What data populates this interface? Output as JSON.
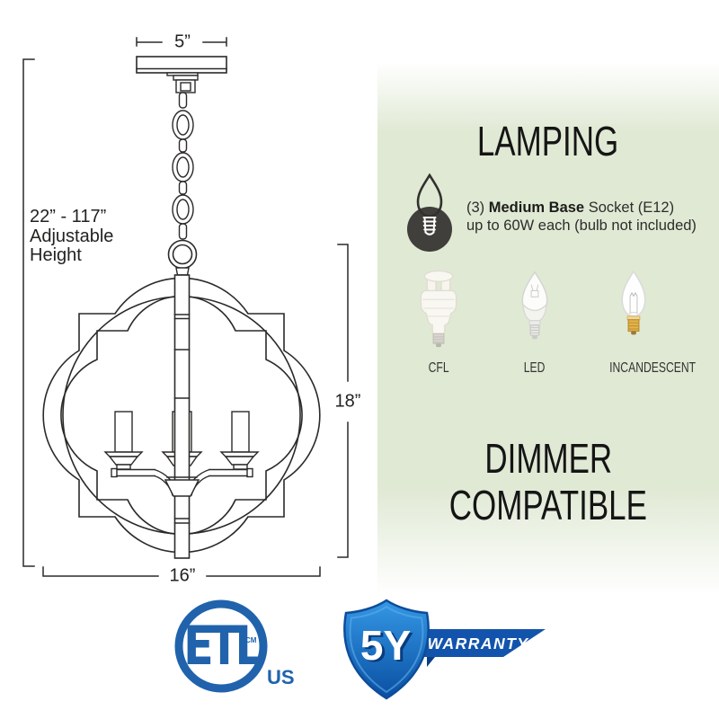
{
  "diagram": {
    "canopy_width": "5”",
    "adjustable_height_line1": "22” - 117”",
    "adjustable_height_line2": "Adjustable",
    "adjustable_height_line3": "Height",
    "body_height": "18”",
    "body_width": "16”"
  },
  "lamping": {
    "title": "LAMPING",
    "socket_line1_prefix": "(3) ",
    "socket_line1_bold": "Medium Base",
    "socket_line1_suffix": " Socket (E12)",
    "socket_line2": "up to 60W each (bulb not included)",
    "bulbs": [
      {
        "label": "CFL"
      },
      {
        "label": "LED"
      },
      {
        "label": "INCANDESCENT"
      }
    ]
  },
  "dimmer": {
    "line1": "DIMMER",
    "line2": "COMPATIBLE"
  },
  "badges": {
    "etl": {
      "letters": "ETL",
      "trademark": "CM",
      "region": "US"
    },
    "warranty": {
      "years": "5Y",
      "label": "WARRANTY"
    }
  },
  "colors": {
    "panel_green": "#e0e9d4",
    "line_color": "#2b2a28",
    "etl_blue": "#2063ac",
    "shield_blue_light": "#3498e5",
    "shield_blue_dark": "#0a4fa2",
    "ribbon_blue": "#1254ac",
    "brass": "#e3b34d"
  }
}
